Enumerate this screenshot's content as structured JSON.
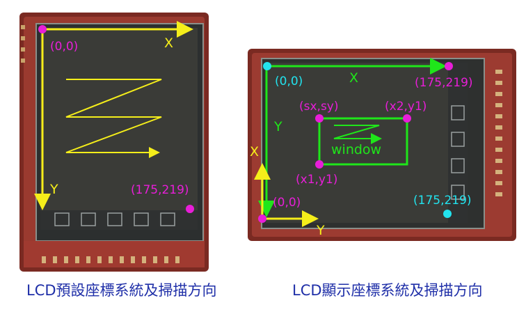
{
  "left_panel": {
    "origin_label": "(0,0)",
    "x_axis_label": "X",
    "y_axis_label": "Y",
    "corner_label": "(175,219)",
    "caption": "LCD預設座標系統及掃描方向"
  },
  "right_panel": {
    "top_origin_label": "(0,0)",
    "top_x_label": "X",
    "top_y_label": "Y",
    "top_corner_label": "(175,219)",
    "window_start_label": "(sx,sy)",
    "window_x2_label": "(x2,y1)",
    "window_x1_label": "(x1,y1)",
    "window_label": "window",
    "bottom_origin_label": "(0,0)",
    "bottom_x_label": "X",
    "bottom_y_label": "Y",
    "bottom_corner_label": "(175,219)",
    "caption": "LCD顯示座標系統及掃描方向"
  },
  "colors": {
    "yellow": "#f5ee1a",
    "magenta": "#e81ed8",
    "green": "#1fe61a",
    "cyan": "#22e3ee",
    "caption_blue": "#1f2fa8"
  }
}
